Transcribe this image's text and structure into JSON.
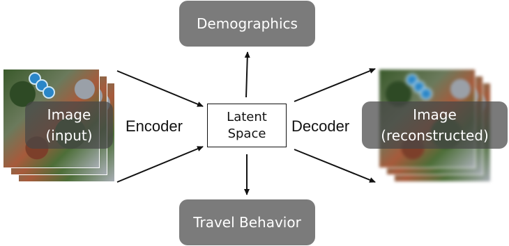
{
  "nodes": {
    "demographics": "Demographics",
    "travel_behavior": "Travel Behavior",
    "latent_line1": "Latent",
    "latent_line2": "Space",
    "encoder": "Encoder",
    "decoder": "Decoder",
    "input_line1": "Image",
    "input_line2": "(input)",
    "output_line1": "Image",
    "output_line2": "(reconstructed)"
  },
  "colors": {
    "gray_box": "#7b7b7b",
    "arrow": "#111111"
  }
}
